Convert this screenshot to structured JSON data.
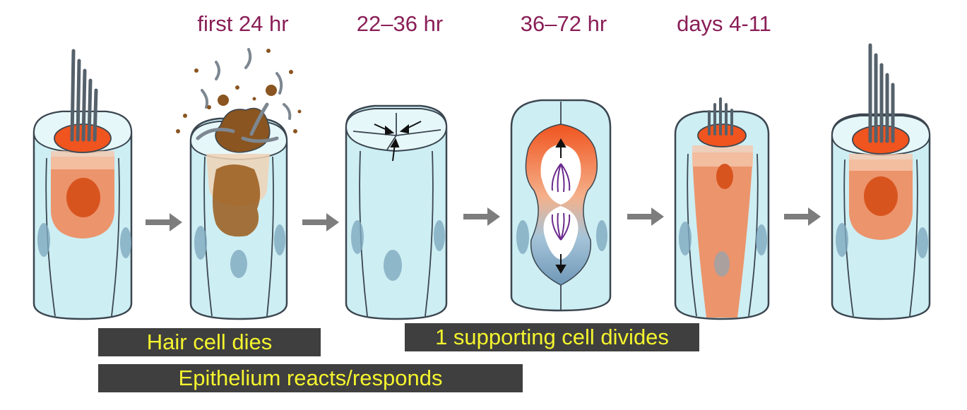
{
  "time_labels": [
    "first 24 hr",
    "22–36 hr",
    "36–72 hr",
    "days 4-11"
  ],
  "captions": {
    "hair_cell_dies": "Hair cell dies",
    "epithelium": "Epithelium reacts/responds",
    "divides": "1 supporting cell divides"
  },
  "colors": {
    "title": "#8a1e57",
    "caption_bg": "#3f3f3f",
    "caption_text": "#f4f42e",
    "cell_fill": "#cdeef3",
    "cell_light": "#e6f7f9",
    "outline": "#3b4650",
    "nucleus": "#7fa9bf",
    "hair_cell": "#f08a5d",
    "hair_nucleus": "#d8541f",
    "cuticle": "#f0541f",
    "debris": "#8a5520",
    "arrow": "#7d7d7d"
  }
}
